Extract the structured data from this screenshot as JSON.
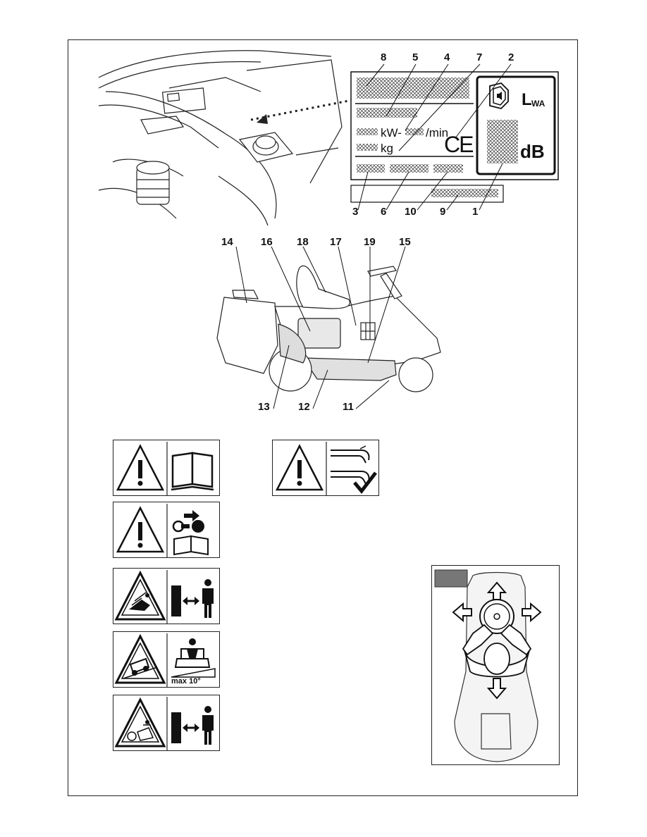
{
  "rating_plate": {
    "callouts_top": [
      "8",
      "5",
      "4",
      "7",
      "2"
    ],
    "callouts_bottom": [
      "3",
      "6",
      "10",
      "9",
      "1"
    ],
    "power_unit": "kW-",
    "speed_unit": "/min",
    "mass_unit": "kg",
    "ce_mark": "CE",
    "noise_label_main": "L",
    "noise_label_sub": "WA",
    "noise_unit": "dB",
    "icons": [
      "speaker-icon",
      "ce-mark-icon",
      "hatched-field-icon"
    ]
  },
  "mower_diagram": {
    "callouts_top": [
      "14",
      "16",
      "18",
      "17",
      "19",
      "15"
    ],
    "callouts_bottom": [
      "13",
      "12",
      "11"
    ]
  },
  "warning_signs": [
    {
      "id": "read-manual",
      "icons": [
        "warning-triangle-icon",
        "manual-book-icon"
      ]
    },
    {
      "id": "remove-key",
      "icons": [
        "warning-triangle-icon",
        "key-and-manual-icon"
      ]
    },
    {
      "id": "thrown-objects",
      "icons": [
        "thrown-objects-hazard-icon",
        "keep-distance-icon"
      ]
    },
    {
      "id": "slope-limit",
      "icons": [
        "rollover-hazard-icon",
        "slope-icon"
      ],
      "caption": "max 10°"
    },
    {
      "id": "keep-away-blades",
      "icons": [
        "blade-hazard-icon",
        "keep-distance-icon"
      ]
    },
    {
      "id": "lever-positions",
      "icons": [
        "warning-triangle-icon",
        "lever-check-icon"
      ]
    }
  ],
  "seat_diagram": {
    "icons": [
      "steering-wheel-icon",
      "operator-icon",
      "direction-arrows-icon"
    ]
  }
}
